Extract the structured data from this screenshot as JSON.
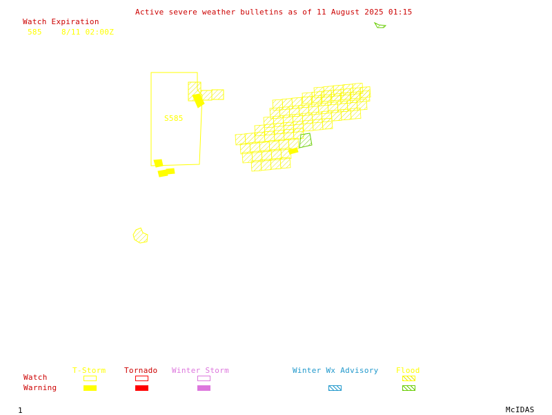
{
  "header": {
    "title": "Active severe weather bulletins as of 11 August 2025 01:15",
    "title_color": "#cc0000"
  },
  "watch_expiration": {
    "label": "Watch Expiration",
    "label_color": "#cc0000",
    "entries": [
      {
        "id": "585",
        "time": "8/11 02:00Z",
        "color": "#ffff00"
      }
    ]
  },
  "map": {
    "watch_labels": [
      {
        "text": "S585",
        "color": "#ffff00"
      }
    ]
  },
  "legend": {
    "row_labels": {
      "watch": "Watch",
      "warning": "Warning",
      "color": "#cc0000"
    },
    "columns": [
      {
        "name": "T-Storm",
        "color": "#ffff00",
        "watch": "outline",
        "warning": "filled"
      },
      {
        "name": "Tornado",
        "color": "#ff0000",
        "watch": "outline",
        "warning": "filled"
      },
      {
        "name": "Winter Storm",
        "color": "#dd77dd",
        "watch": "outline",
        "warning": "filled"
      },
      {
        "name": "Winter Wx Advisory",
        "color": "#2299cc",
        "watch": "none",
        "warning": "hatched"
      },
      {
        "name": "Flood",
        "color": "#ffff00",
        "warning_color": "#66cc00",
        "watch": "hatched",
        "warning": "hatched"
      }
    ]
  },
  "footer": {
    "frame_number": "1",
    "software": "McIDAS"
  }
}
